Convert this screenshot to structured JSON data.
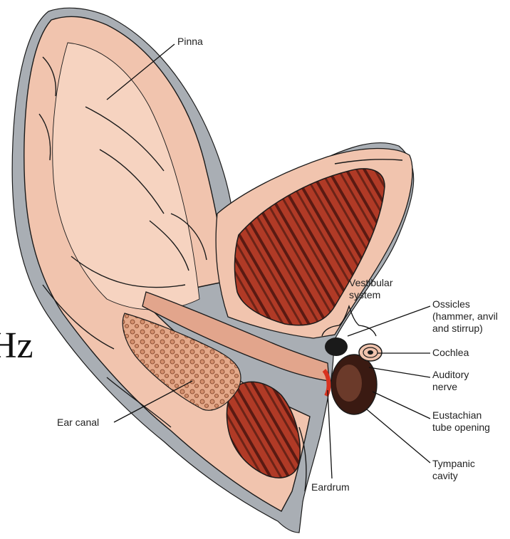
{
  "fragment": "Hz",
  "labels": {
    "pinna": "Pinna",
    "vestibular_1": "Vestibular",
    "vestibular_2": "system",
    "ossicles_1": "Ossicles",
    "ossicles_2": "(hammer, anvil",
    "ossicles_3": "and stirrup)",
    "cochlea": "Cochlea",
    "auditory_1": "Auditory",
    "auditory_2": "nerve",
    "eustachian_1": "Eustachian",
    "eustachian_2": "tube opening",
    "tympanic_1": "Tympanic",
    "tympanic_2": "cavity",
    "eardrum": "Eardrum",
    "ear_canal": "Ear canal"
  },
  "colors": {
    "skin": "#f1c4ae",
    "skin_light": "#f8d8c6",
    "skin_dark": "#e2a58c",
    "muscle": "#b03a26",
    "muscle_stripe": "#5a1a12",
    "fur": "#a9aeb4",
    "ink": "#1a1a1a",
    "eardrum_red": "#d8321f"
  }
}
